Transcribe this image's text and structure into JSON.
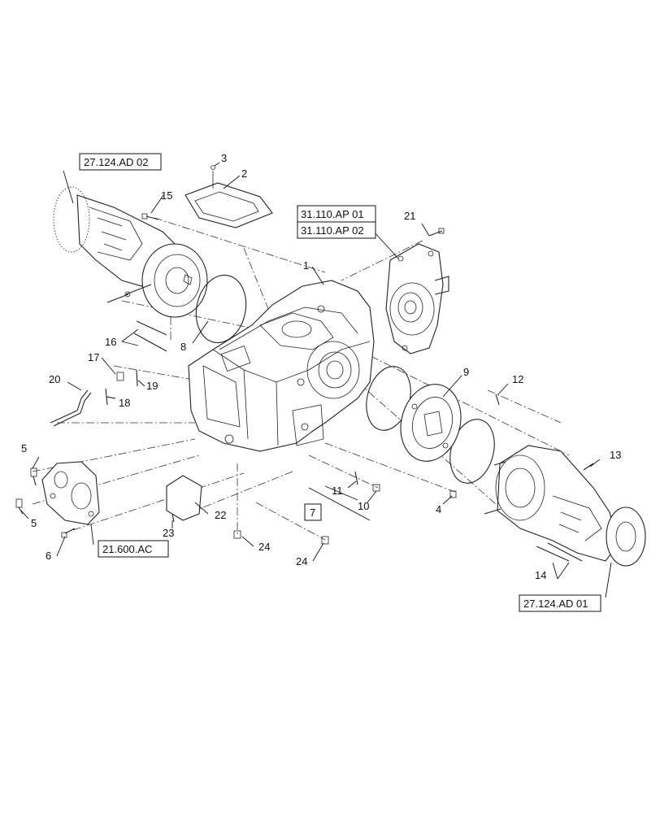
{
  "callouts": {
    "c1": "1",
    "c2": "2",
    "c3": "3",
    "c4": "4",
    "c5a": "5",
    "c5b": "5",
    "c6": "6",
    "c8": "8",
    "c9": "9",
    "c10": "10",
    "c11": "11",
    "c12": "12",
    "c13": "13",
    "c14": "14",
    "c15": "15",
    "c16": "16",
    "c17": "17",
    "c18": "18",
    "c19": "19",
    "c20": "20",
    "c21": "21",
    "c22": "22",
    "c23": "23",
    "c24a": "24",
    "c24b": "24"
  },
  "references": {
    "ref_27124ad02": "27.124.AD 02",
    "ref_31110ap01": "31.110.AP 01",
    "ref_31110ap02": "31.110.AP 02",
    "ref_21600ac": "21.600.AC",
    "ref_27124ad01": "27.124.AD 01",
    "ref_7": "7"
  }
}
